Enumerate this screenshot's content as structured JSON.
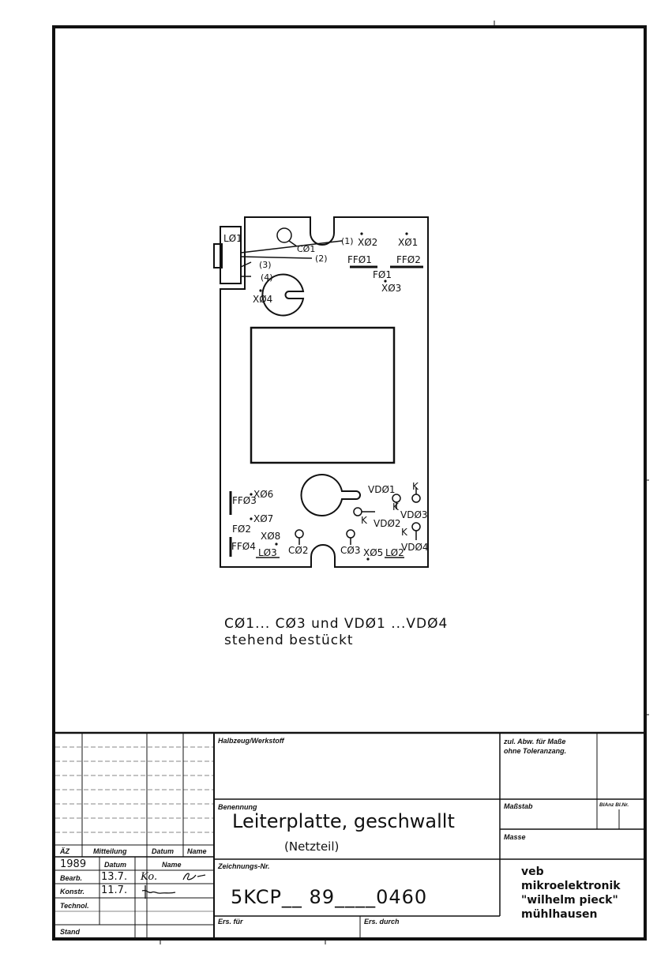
{
  "pcb": {
    "labels": [
      {
        "id": "L01",
        "text": "LØ1"
      },
      {
        "id": "C01",
        "text": "CØ1"
      },
      {
        "id": "p1",
        "text": "(1)"
      },
      {
        "id": "p2",
        "text": "(2)"
      },
      {
        "id": "p3",
        "text": "(3)"
      },
      {
        "id": "p4",
        "text": "(4)"
      },
      {
        "id": "X02",
        "text": "XØ2"
      },
      {
        "id": "X01",
        "text": "XØ1"
      },
      {
        "id": "FF01",
        "text": "FFØ1"
      },
      {
        "id": "FF02",
        "text": "FFØ2"
      },
      {
        "id": "F01",
        "text": "FØ1"
      },
      {
        "id": "X03",
        "text": "XØ3"
      },
      {
        "id": "X04",
        "text": "XØ4"
      },
      {
        "id": "X06",
        "text": "XØ6"
      },
      {
        "id": "FF03",
        "text": "FFØ3"
      },
      {
        "id": "X07",
        "text": "XØ7"
      },
      {
        "id": "F02",
        "text": "FØ2"
      },
      {
        "id": "X08",
        "text": "XØ8"
      },
      {
        "id": "FF04",
        "text": "FFØ4"
      },
      {
        "id": "L03",
        "text": "LØ3"
      },
      {
        "id": "C02",
        "text": "CØ2"
      },
      {
        "id": "C03",
        "text": "CØ3"
      },
      {
        "id": "X05",
        "text": "XØ5"
      },
      {
        "id": "L02",
        "text": "LØ2"
      },
      {
        "id": "VD01",
        "text": "VDØ1"
      },
      {
        "id": "VD02",
        "text": "VDØ2"
      },
      {
        "id": "VD03",
        "text": "VDØ3"
      },
      {
        "id": "VD04",
        "text": "VDØ4"
      },
      {
        "id": "K1",
        "text": "K"
      },
      {
        "id": "K2",
        "text": "K"
      },
      {
        "id": "K3",
        "text": "K"
      },
      {
        "id": "K4",
        "text": "K"
      }
    ]
  },
  "note": {
    "line1": "CØ1... CØ3  und  VDØ1 ...VDØ4",
    "line2": "stehend  bestückt"
  },
  "titleblock": {
    "halbzeug_label": "Halbzeug/Werkstoff",
    "abw_label_1": "zul. Abw. für Maße",
    "abw_label_2": "ohne Toleranzang.",
    "benennung_label": "Benennung",
    "title": "Leiterplatte, geschwallt",
    "subtitle": "(Netzteil)",
    "massstab_label": "Maßstab",
    "blanz_label": "BlAnz Bl.Nr.",
    "masse_label": "Masse",
    "zeichnungs_label": "Zeichnungs-Nr.",
    "drawing_number": "5KCP__ 89____0460",
    "ers_fuer_label": "Ers. für",
    "ers_durch_label": "Ers. durch",
    "company_1": "veb",
    "company_2": "mikroelektronik",
    "company_3": "\"wilhelm pieck\"",
    "company_4": "mühlhausen",
    "az_label": "ÄZ",
    "mitteilung_label": "Mitteilung",
    "datum_label": "Datum",
    "name_label": "Name",
    "year": "1989",
    "datum_label2": "Datum",
    "name_label2": "Name",
    "bearb_label": "Bearb.",
    "bearb_date": "13.7.",
    "bearb_name": "Ko.",
    "konstr_label": "Konstr.",
    "konstr_date": "11.7.",
    "technol_label": "Technol.",
    "stand_label": "Stand"
  }
}
